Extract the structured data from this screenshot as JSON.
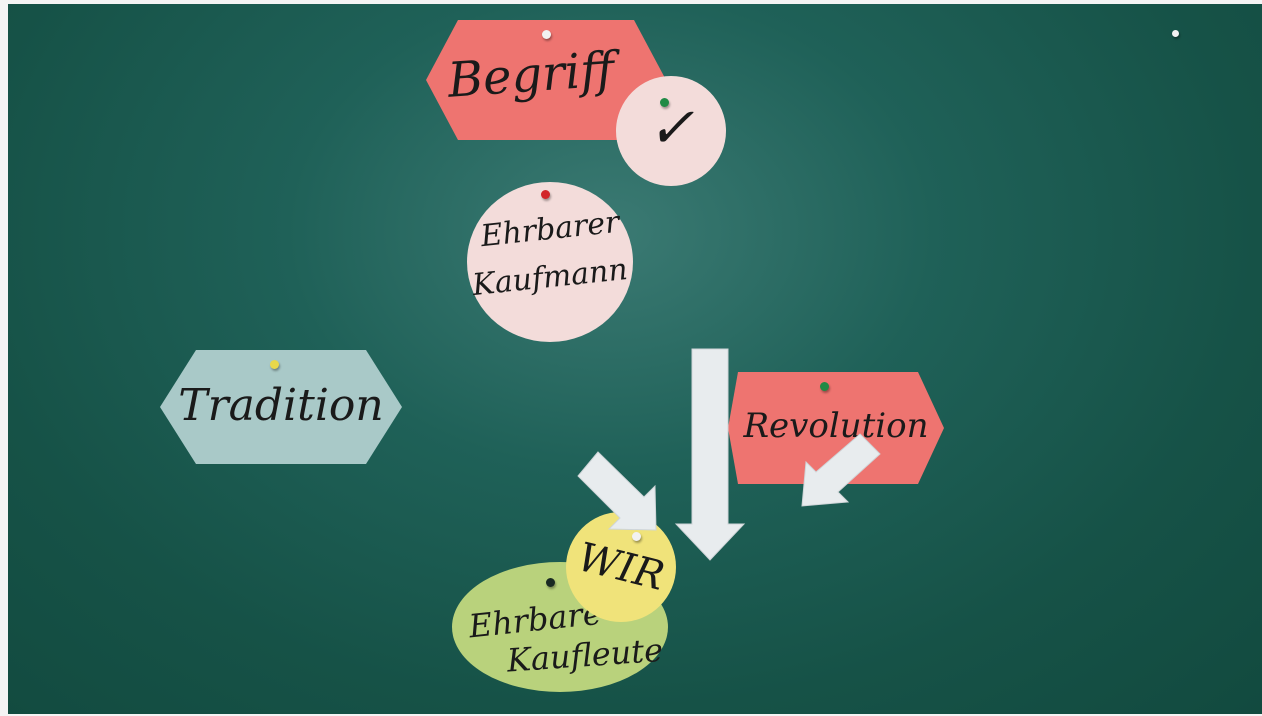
{
  "cards": {
    "begriff": {
      "text": "Begriff",
      "color": "#ee7470"
    },
    "check": {
      "text": "✓",
      "color": "#f3dcda"
    },
    "ehrbarer_kaufmann": {
      "line1": "Ehrbarer",
      "line2": "Kaufmann",
      "color": "#f3dcda"
    },
    "tradition": {
      "text": "Tradition",
      "color": "#a9c9c8"
    },
    "revolution": {
      "text": "Revolution",
      "color": "#ee7470"
    },
    "wir": {
      "text": "WIR",
      "color": "#f0e37a"
    },
    "ehrbare_kaufleute": {
      "line1": "Ehrbare",
      "line2": "Kaufleute",
      "color": "#b9d27c"
    }
  },
  "colors": {
    "board": "#1c5a50",
    "arrow": "#e8ecee",
    "pin_white": "#f2f2f2",
    "pin_green": "#1f8a45",
    "pin_red": "#d2262a",
    "pin_yellow": "#e8d84a",
    "pin_dark": "#1a2a22"
  },
  "icons": [
    "arrow-down-icon",
    "arrow-down-right-icon",
    "arrow-down-left-icon"
  ]
}
